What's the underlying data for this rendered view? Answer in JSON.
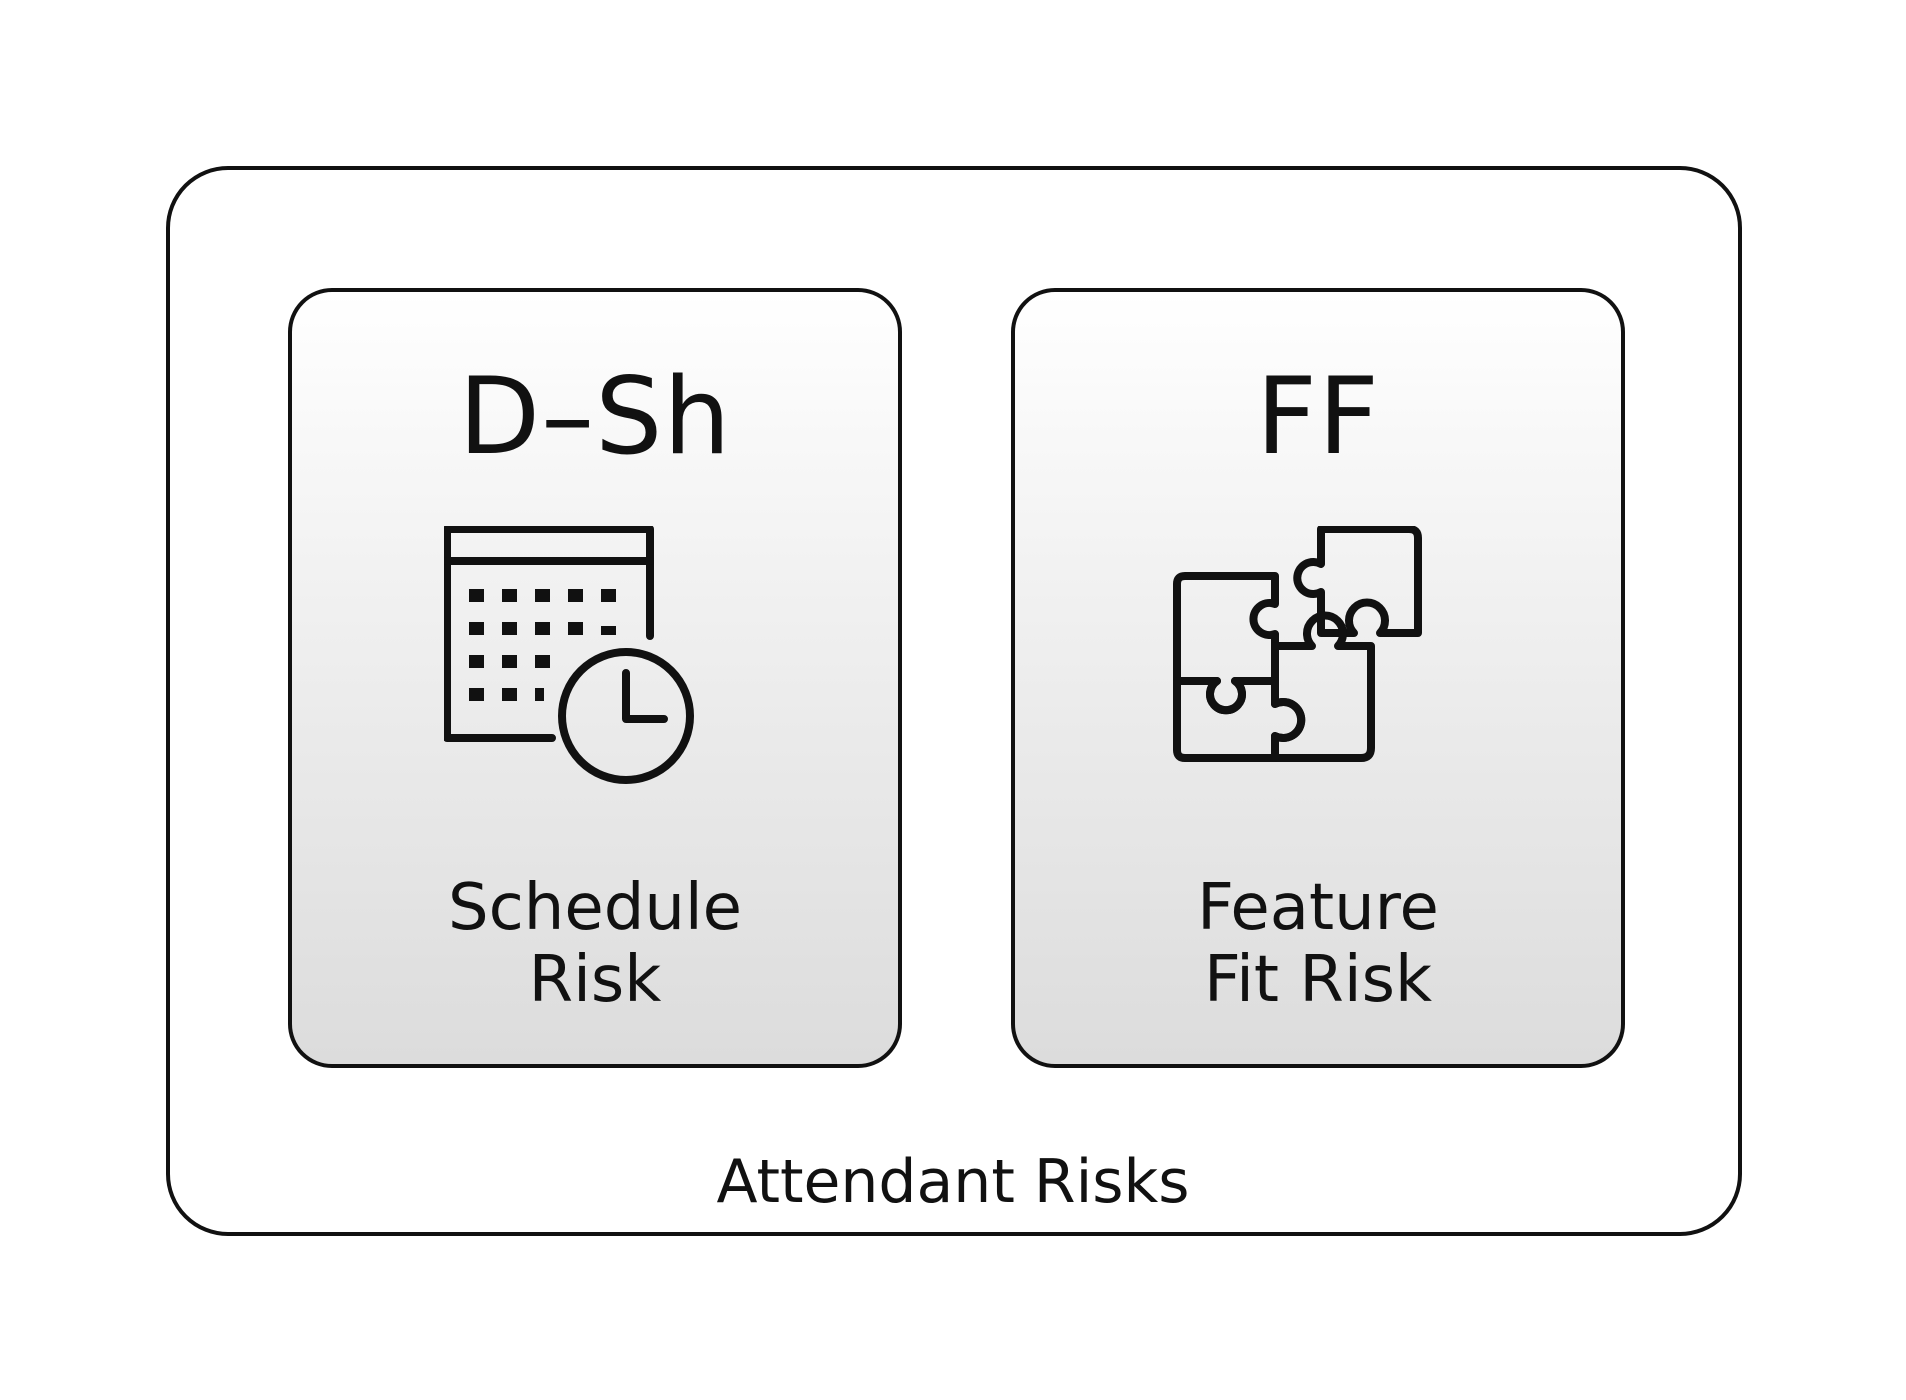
{
  "frame": {
    "caption": "Attendant Risks"
  },
  "cards": [
    {
      "code": "D–Sh",
      "icon": "calendar-clock-icon",
      "label_lines": [
        "Schedule",
        "Risk"
      ]
    },
    {
      "code": "FF",
      "icon": "puzzle-pieces-icon",
      "label_lines": [
        "Feature",
        "Fit Risk"
      ]
    }
  ],
  "colors": {
    "stroke": "#111111",
    "card_gradient_top": "#ffffff",
    "card_gradient_bottom": "#dcdcdc",
    "background": "#ffffff"
  }
}
